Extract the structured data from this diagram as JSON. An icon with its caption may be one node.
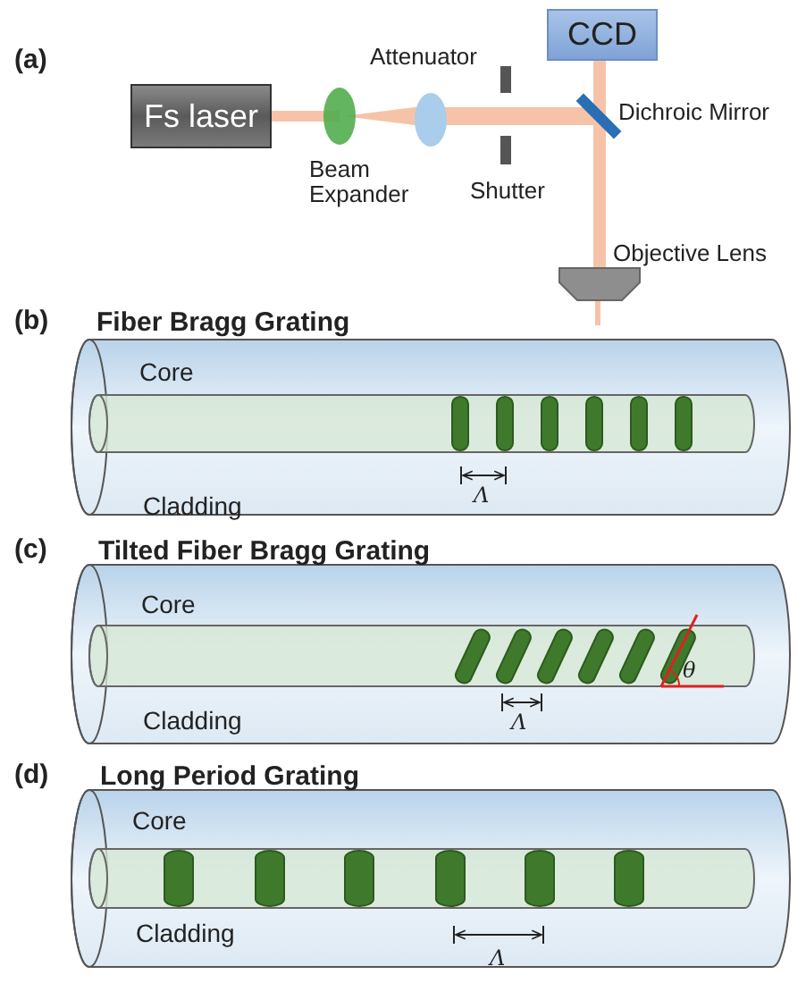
{
  "diagram": {
    "nodes": [
      {
        "text": [
          "Fs laser"
        ]
      },
      {
        "text": [
          "CCD"
        ]
      }
    ],
    "labels": [
      "(a)",
      "Attenuator",
      "Beam Expander",
      "Shutter",
      "Dichroic Mirror",
      "Objective Lens",
      "(b)",
      "Fiber Bragg Grating",
      "Core",
      "Cladding",
      "Λ",
      "(c)",
      "Tilted Fiber Bragg Grating",
      "Core",
      "Cladding",
      "Λ",
      "θ",
      "(d)",
      "Long Period Grating",
      "Core",
      "Cladding",
      "Λ"
    ]
  }
}
